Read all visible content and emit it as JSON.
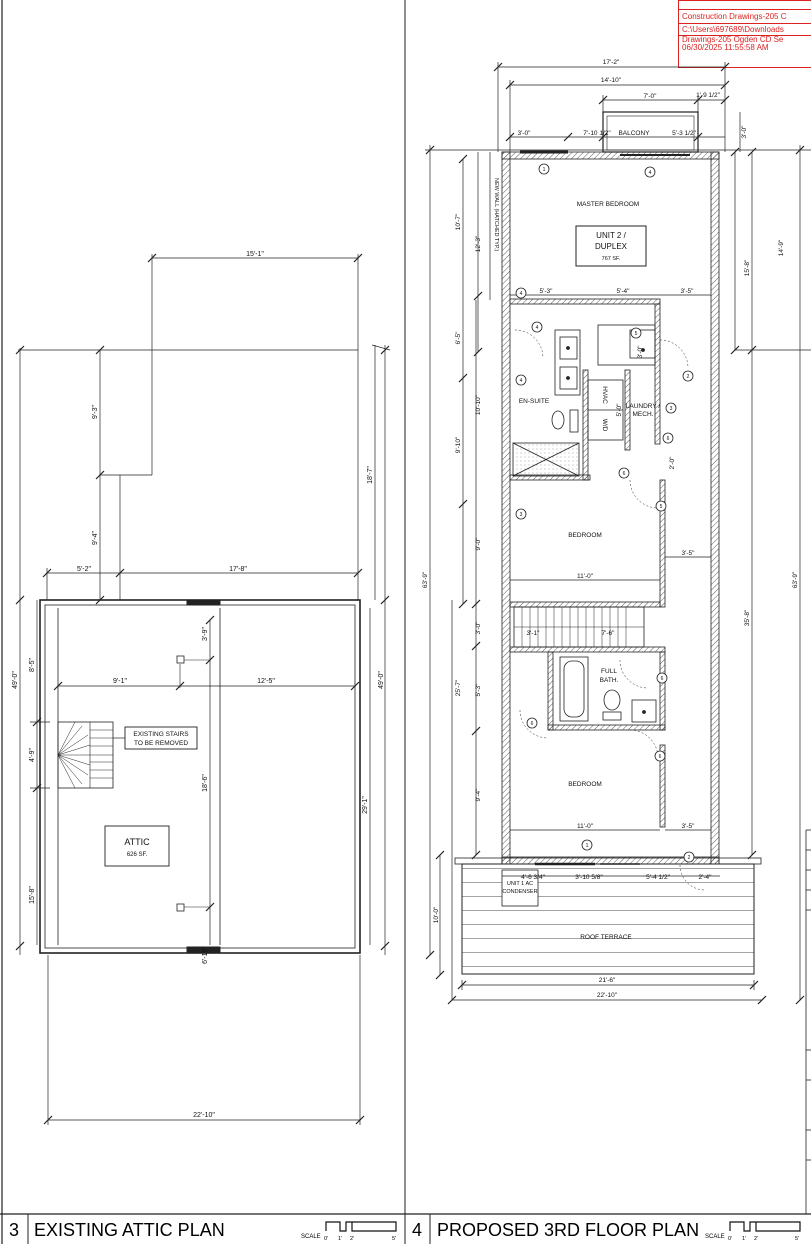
{
  "stamp": {
    "title": "Construction Drawings-205 C",
    "path": "C:\\Users\\697689\\Downloads",
    "file": "Drawings-205 Ogden CD Se",
    "timestamp": "06/30/2025 11:55:58 AM"
  },
  "left_plan": {
    "number": "3",
    "title": "EXISTING ATTIC PLAN",
    "scale_label": "SCALE",
    "scale_ticks": [
      "0'",
      "1'",
      "2'",
      "5'"
    ],
    "room_name": "ATTIC",
    "room_area": "626 SF.",
    "note_line1": "EXISTING STAIRS",
    "note_line2": "TO BE REMOVED",
    "dims": {
      "top_width": "15'-1\"",
      "width_17_8": "17'-8\"",
      "width_5_2": "5'-2\"",
      "height_9_3": "9'-3\"",
      "height_9_4": "9'-4\"",
      "right_18_7": "18'-7\"",
      "left_49_0": "49'-0\"",
      "right_49_0": "49'-0\"",
      "left_8_5": "8'-5\"",
      "left_4_9": "4'-9\"",
      "left_15_8": "15'-8\"",
      "split_9_1": "9'-1\"",
      "split_12_5": "12'-5\"",
      "inner_3_9": "3'-9\"",
      "inner_18_6": "18'-6\"",
      "inner_6_10": "6'-10\"",
      "right_29_1": "29'-1\"",
      "bottom_22_10": "22'-10\""
    }
  },
  "right_plan": {
    "number": "4",
    "title": "PROPOSED 3RD FLOOR PLAN",
    "scale_label": "SCALE",
    "scale_ticks": [
      "0'",
      "1'",
      "2'",
      "5'"
    ],
    "rooms": {
      "master": "MASTER BEDROOM",
      "unit_line1": "UNIT 2 /",
      "unit_line2": "DUPLEX",
      "unit_area": "767 SF.",
      "ensuite": "EN-SUITE",
      "hvac": "HVAC",
      "wd": "W/D",
      "laundry_line1": "LAUNDRY /",
      "laundry_line2": "MECH.",
      "bedroom1": "BEDROOM",
      "full_bath_line1": "FULL",
      "full_bath_line2": "BATH.",
      "bedroom2": "BEDROOM",
      "roof_terrace": "ROOF TERRACE",
      "balcony": "BALCONY",
      "new_wall": "NEW WALL (HATCHED TYP.)",
      "ac_line1": "UNIT 1 AC",
      "ac_line2": "CONDENSER"
    },
    "dims": {
      "top_17_2": "17'-2\"",
      "top_14_10": "14'-10\"",
      "top_7_0": "7'-0\"",
      "top_1_9_half": "1'-9 1/2\"",
      "balc_3_0": "3'-0\"",
      "balc_7_10_half": "7'-10 1/2\"",
      "balc_5_3_half": "5'-3 1/2\"",
      "balc_right_3_0": "3'-0\"",
      "left_10_7": "10'-7\"",
      "left_12_3": "12'-3\"",
      "left_6_5": "6'-5\"",
      "left_10_10": "10'-10\"",
      "left_9_10": "9'-10\"",
      "left_9_0": "9'-0\"",
      "left_3_0": "3'-0\"",
      "left_25_7": "25'-7\"",
      "left_5_3": "5'-3\"",
      "left_9_4": "9'-4\"",
      "left_63_9": "63'-9\"",
      "left_10_0": "10'-0\"",
      "right_14_9": "14'-9\"",
      "right_15_8": "15'-8\"",
      "right_35_8": "35'-8\"",
      "right_63_9": "63'-9\"",
      "mid_5_3": "5'-3\"",
      "mid_5_4": "5'-4\"",
      "mid_3_5a": "3'-5\"",
      "mid_3_0": "3'-0\"",
      "mid_5_0": "5'-0\"",
      "mid_2_0": "2'-0\"",
      "mid_11_0a": "11'-0\"",
      "mid_3_5b": "3'-5\"",
      "mid_3_1": "3'-1\"",
      "mid_7_6": "7'-6\"",
      "mid_11_0b": "11'-0\"",
      "mid_3_5c": "3'-5\"",
      "bot_4_6_3q": "4'-6 3/4\"",
      "bot_3_10_5e": "3'-10 5/8\"",
      "bot_5_4_half": "5'-4 1/2\"",
      "bot_2_4": "2'-4\"",
      "bot_21_6": "21'-6\"",
      "bot_22_10": "22'-10\""
    },
    "tags": [
      "1",
      "4",
      "4",
      "4",
      "4",
      "5",
      "2",
      "3",
      "6",
      "5",
      "3",
      "6",
      "6",
      "6",
      "1",
      "6",
      "2"
    ]
  }
}
